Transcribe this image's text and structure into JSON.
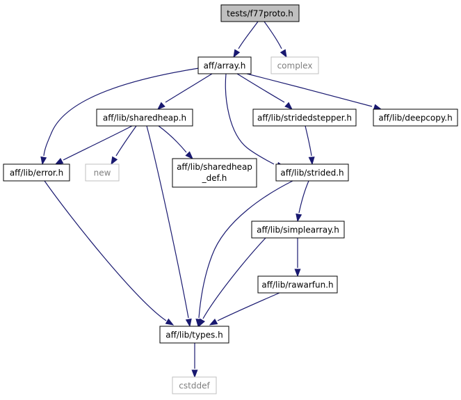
{
  "nodes": [
    {
      "id": "f77proto",
      "label": "tests/f77proto.h",
      "kind": "root"
    },
    {
      "id": "array",
      "label": "aff/array.h",
      "kind": "internal"
    },
    {
      "id": "complex",
      "label": "complex",
      "kind": "external"
    },
    {
      "id": "sharedheap",
      "label": "aff/lib/sharedheap.h",
      "kind": "internal"
    },
    {
      "id": "stridedstepper",
      "label": "aff/lib/stridedstepper.h",
      "kind": "internal"
    },
    {
      "id": "deepcopy",
      "label": "aff/lib/deepcopy.h",
      "kind": "internal"
    },
    {
      "id": "error",
      "label": "aff/lib/error.h",
      "kind": "internal"
    },
    {
      "id": "new",
      "label": "new",
      "kind": "external"
    },
    {
      "id": "sharedheap_def",
      "label": "aff/lib/sharedheap",
      "label2": "_def.h",
      "kind": "internal"
    },
    {
      "id": "strided",
      "label": "aff/lib/strided.h",
      "kind": "internal"
    },
    {
      "id": "simplearray",
      "label": "aff/lib/simplearray.h",
      "kind": "internal"
    },
    {
      "id": "rawarfun",
      "label": "aff/lib/rawarfun.h",
      "kind": "internal"
    },
    {
      "id": "types",
      "label": "aff/lib/types.h",
      "kind": "internal"
    },
    {
      "id": "cstddef",
      "label": "cstddef",
      "kind": "external"
    }
  ],
  "edges": [
    {
      "from": "f77proto",
      "to": "array"
    },
    {
      "from": "f77proto",
      "to": "complex"
    },
    {
      "from": "array",
      "to": "sharedheap"
    },
    {
      "from": "array",
      "to": "stridedstepper"
    },
    {
      "from": "array",
      "to": "deepcopy"
    },
    {
      "from": "array",
      "to": "error"
    },
    {
      "from": "array",
      "to": "strided"
    },
    {
      "from": "sharedheap",
      "to": "error"
    },
    {
      "from": "sharedheap",
      "to": "new"
    },
    {
      "from": "sharedheap",
      "to": "sharedheap_def"
    },
    {
      "from": "sharedheap",
      "to": "types"
    },
    {
      "from": "stridedstepper",
      "to": "strided"
    },
    {
      "from": "strided",
      "to": "simplearray"
    },
    {
      "from": "strided",
      "to": "types"
    },
    {
      "from": "simplearray",
      "to": "rawarfun"
    },
    {
      "from": "simplearray",
      "to": "types"
    },
    {
      "from": "rawarfun",
      "to": "types"
    },
    {
      "from": "error",
      "to": "types"
    },
    {
      "from": "types",
      "to": "cstddef"
    }
  ],
  "colors": {
    "root_fill": "#bfbfbf",
    "node_border": "#000000",
    "external_border": "#bfbfbf",
    "external_text": "#808080",
    "edge": "#191970"
  }
}
